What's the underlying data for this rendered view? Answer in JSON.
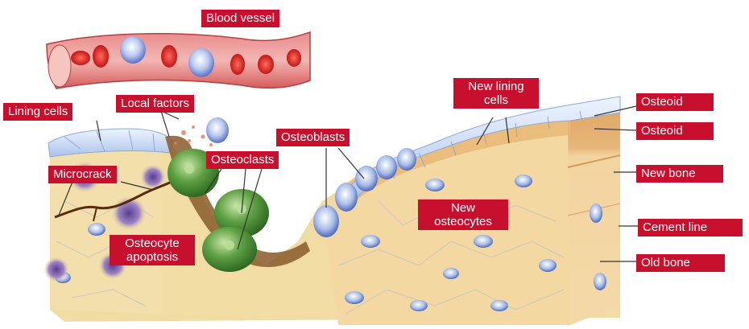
{
  "diagram": {
    "labels": {
      "blood_vessel": "Blood vessel",
      "lining_cells": "Lining cells",
      "local_factors": "Local factors",
      "microcrack": "Microcrack",
      "osteoclasts": "Osteoclasts",
      "osteoblasts": "Osteoblasts",
      "osteocyte_apoptosis_line1": "Osteocyte",
      "osteocyte_apoptosis_line2": "apoptosis",
      "new_lining_cells_line1": "New lining",
      "new_lining_cells_line2": "cells",
      "new_osteocytes_line1": "New",
      "new_osteocytes_line2": "osteocytes",
      "osteoid_top": "Osteoid",
      "osteoid": "Osteoid",
      "new_bone": "New bone",
      "cement_line": "Cement line",
      "old_bone": "Old bone"
    },
    "colors": {
      "label_bg": "#c8102e",
      "label_text": "#ffffff",
      "old_bone": "#f0dca0",
      "new_bone": "#f3d9a4",
      "osteoid": "#e8b878",
      "lining_cells": "#c7d9f0",
      "osteoclast": "#4f8d3a",
      "blood_vessel": "#d84a4a",
      "red_cell": "#d62828",
      "bone_cell": "#6f8fd8"
    }
  }
}
